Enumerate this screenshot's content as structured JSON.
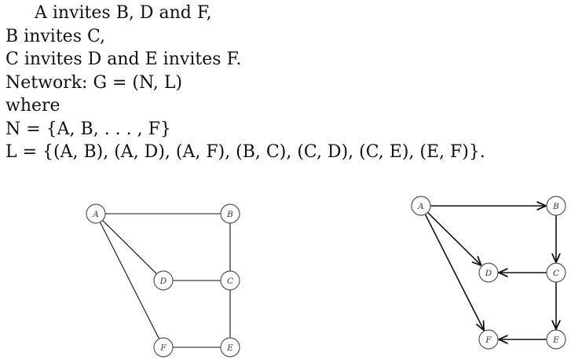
{
  "text": {
    "line1": "A invites B, D and F,",
    "line2": "B invites C,",
    "line3": "C invites D and E invites F.",
    "line4": "Network: G = (N, L)",
    "line5": "where",
    "line6": "N = {A, B, . . . , F}",
    "line7": "L = {(A, B), (A, D), (A, F), (B, C), (C, D), (C, E), (E, F)}."
  },
  "undirected_graph": {
    "nodes": [
      {
        "id": "A",
        "label": "A"
      },
      {
        "id": "B",
        "label": "B"
      },
      {
        "id": "C",
        "label": "C"
      },
      {
        "id": "D",
        "label": "D"
      },
      {
        "id": "E",
        "label": "E"
      },
      {
        "id": "F",
        "label": "F"
      }
    ],
    "edges": [
      [
        "A",
        "B"
      ],
      [
        "A",
        "D"
      ],
      [
        "A",
        "F"
      ],
      [
        "B",
        "C"
      ],
      [
        "C",
        "D"
      ],
      [
        "C",
        "E"
      ],
      [
        "E",
        "F"
      ]
    ]
  },
  "directed_graph": {
    "nodes": [
      {
        "id": "A",
        "label": "A"
      },
      {
        "id": "B",
        "label": "B"
      },
      {
        "id": "C",
        "label": "C"
      },
      {
        "id": "D",
        "label": "D"
      },
      {
        "id": "E",
        "label": "E"
      },
      {
        "id": "F",
        "label": "F"
      }
    ],
    "edges": [
      [
        "A",
        "B"
      ],
      [
        "A",
        "D"
      ],
      [
        "A",
        "F"
      ],
      [
        "B",
        "C"
      ],
      [
        "C",
        "D"
      ],
      [
        "C",
        "E"
      ],
      [
        "E",
        "F"
      ]
    ]
  }
}
